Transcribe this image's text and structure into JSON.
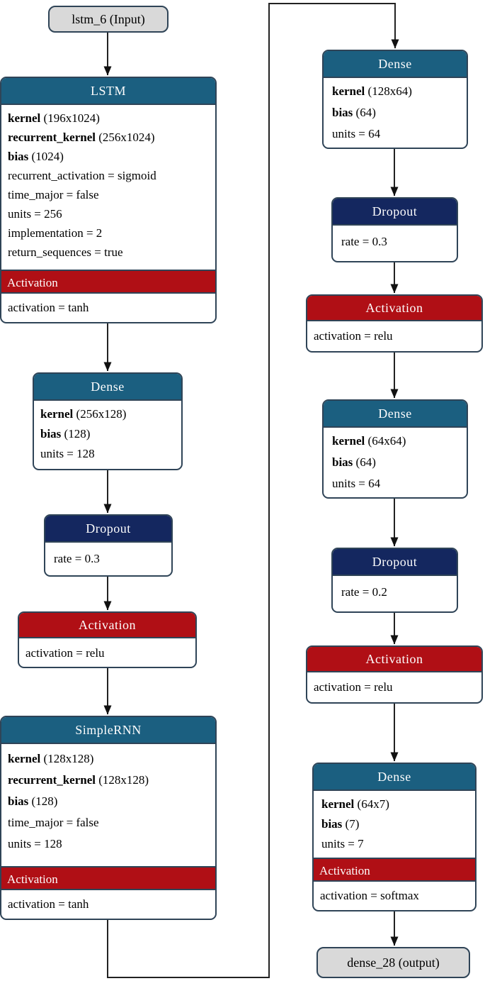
{
  "colors": {
    "teal": "#1b5f80",
    "navy": "#14275f",
    "red": "#b00f15",
    "node_fill": "#d9d9d9",
    "border": "#2f4457",
    "edge": "#222222"
  },
  "nodes": {
    "input_label": "lstm_6 (Input)",
    "output_label": "dense_28 (output)"
  },
  "blocks": [
    {
      "title": "LSTM",
      "params": [
        {
          "b": "kernel",
          "t": " (196x1024)"
        },
        {
          "b": "recurrent_kernel",
          "t": " (256x1024)"
        },
        {
          "b": "bias",
          "t": " (1024)"
        },
        {
          "b": "",
          "t": "recurrent_activation = sigmoid"
        },
        {
          "b": "",
          "t": "time_major = false"
        },
        {
          "b": "",
          "t": "units = 256"
        },
        {
          "b": "",
          "t": "implementation = 2"
        },
        {
          "b": "",
          "t": "return_sequences = true"
        }
      ],
      "activation_header": "Activation",
      "activation_value": "activation = tanh"
    },
    {
      "title": "Dense",
      "params": [
        {
          "b": "kernel",
          "t": " (256x128)"
        },
        {
          "b": "bias",
          "t": " (128)"
        },
        {
          "b": "",
          "t": "units = 128"
        }
      ]
    },
    {
      "title": "Dropout",
      "params": [
        {
          "b": "",
          "t": "rate = 0.3"
        }
      ]
    },
    {
      "title": "Activation",
      "params": [
        {
          "b": "",
          "t": "activation = relu"
        }
      ]
    },
    {
      "title": "SimpleRNN",
      "params": [
        {
          "b": "kernel",
          "t": " (128x128)"
        },
        {
          "b": "recurrent_kernel",
          "t": " (128x128)"
        },
        {
          "b": "bias",
          "t": " (128)"
        },
        {
          "b": "",
          "t": "time_major = false"
        },
        {
          "b": "",
          "t": "units = 128"
        }
      ],
      "activation_header": "Activation",
      "activation_value": "activation = tanh"
    },
    {
      "title": "Dense",
      "params": [
        {
          "b": "kernel",
          "t": " (128x64)"
        },
        {
          "b": "bias",
          "t": " (64)"
        },
        {
          "b": "",
          "t": "units = 64"
        }
      ]
    },
    {
      "title": "Dropout",
      "params": [
        {
          "b": "",
          "t": "rate = 0.3"
        }
      ]
    },
    {
      "title": "Activation",
      "params": [
        {
          "b": "",
          "t": "activation = relu"
        }
      ]
    },
    {
      "title": "Dense",
      "params": [
        {
          "b": "kernel",
          "t": " (64x64)"
        },
        {
          "b": "bias",
          "t": " (64)"
        },
        {
          "b": "",
          "t": "units = 64"
        }
      ]
    },
    {
      "title": "Dropout",
      "params": [
        {
          "b": "",
          "t": "rate = 0.2"
        }
      ]
    },
    {
      "title": "Activation",
      "params": [
        {
          "b": "",
          "t": "activation = relu"
        }
      ]
    },
    {
      "title": "Dense",
      "params": [
        {
          "b": "kernel",
          "t": " (64x7)"
        },
        {
          "b": "bias",
          "t": " (7)"
        },
        {
          "b": "",
          "t": "units = 7"
        }
      ],
      "activation_header": "Activation",
      "activation_value": "activation = softmax"
    }
  ]
}
